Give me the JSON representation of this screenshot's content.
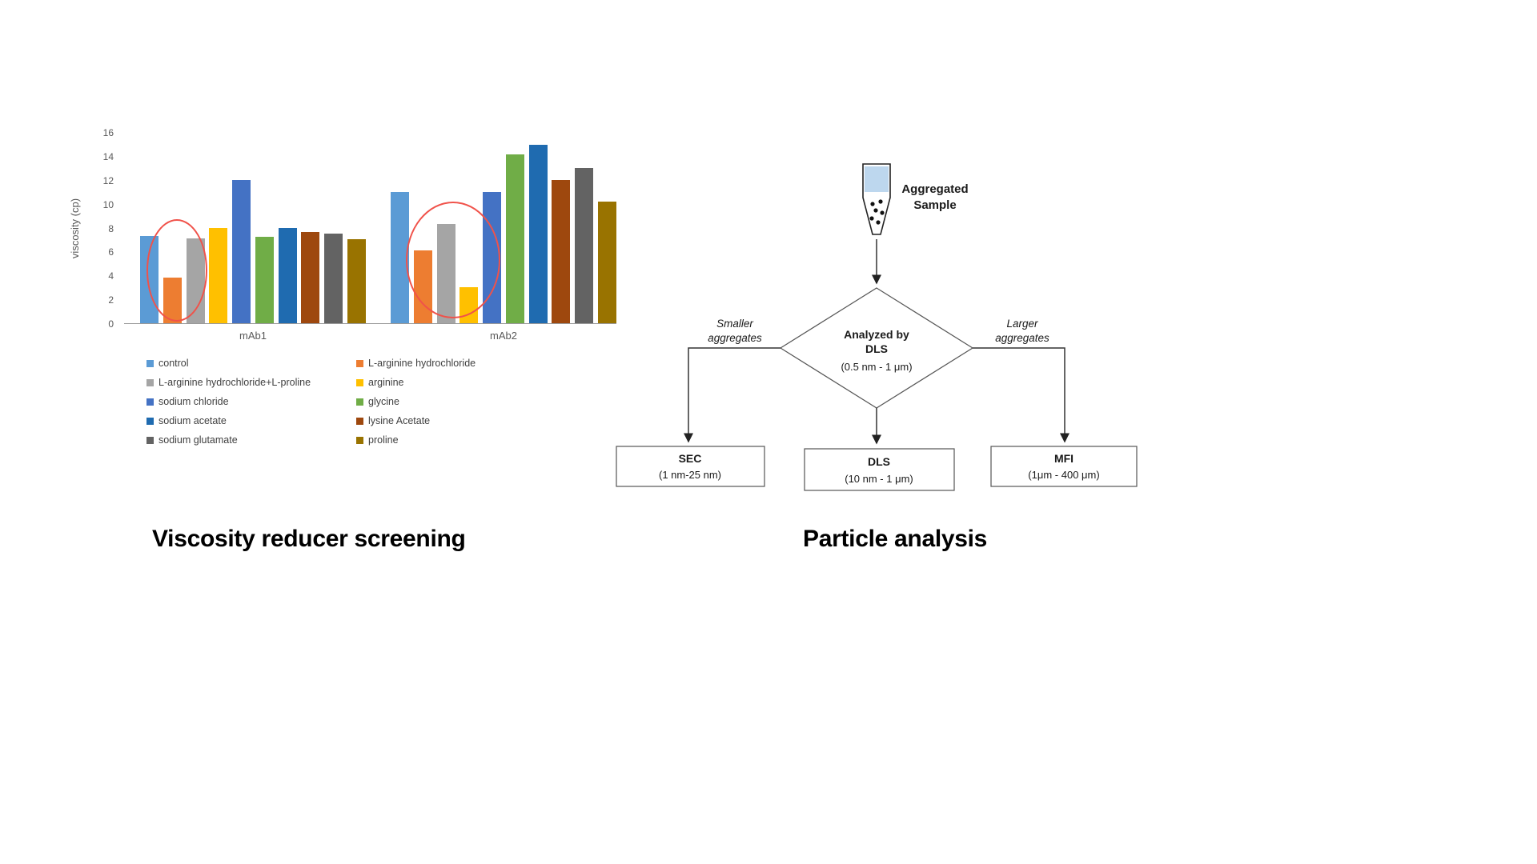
{
  "captions": {
    "left": "Viscosity reducer screening",
    "right": "Particle analysis"
  },
  "chart_data": {
    "type": "bar",
    "title": "",
    "xlabel": "",
    "ylabel": "viscosity (cp)",
    "ylim": [
      0,
      16
    ],
    "yticks": [
      0,
      2,
      4,
      6,
      8,
      10,
      12,
      14,
      16
    ],
    "grid": false,
    "legend_position": "bottom",
    "categories": [
      "mAb1",
      "mAb2"
    ],
    "series": [
      {
        "name": "control",
        "color": "#5B9BD5",
        "values": [
          7.3,
          11.0
        ]
      },
      {
        "name": "L-arginine hydrochloride",
        "color": "#ED7D31",
        "values": [
          3.8,
          6.1
        ]
      },
      {
        "name": "L-arginine hydrochloride+L-proline",
        "color": "#A5A5A5",
        "values": [
          7.1,
          8.3
        ]
      },
      {
        "name": "arginine",
        "color": "#FFC000",
        "values": [
          8.0,
          3.0
        ]
      },
      {
        "name": "sodium chloride",
        "color": "#4472C4",
        "values": [
          12.0,
          11.0
        ]
      },
      {
        "name": "glycine",
        "color": "#70AD47",
        "values": [
          7.2,
          14.1
        ]
      },
      {
        "name": "sodium acetate",
        "color": "#1F6BB0",
        "values": [
          8.0,
          14.9
        ]
      },
      {
        "name": "lysine Acetate",
        "color": "#9E480E",
        "values": [
          7.6,
          12.0
        ]
      },
      {
        "name": "sodium glutamate",
        "color": "#636363",
        "values": [
          7.5,
          13.0
        ]
      },
      {
        "name": "proline",
        "color": "#997300",
        "values": [
          7.0,
          10.2
        ]
      }
    ],
    "annotations": [
      {
        "type": "ellipse",
        "color": "#F0524A",
        "target": "mAb1 L-arginine hydrochloride bar"
      },
      {
        "type": "ellipse",
        "color": "#F0524A",
        "target": "mAb2 L-arginine hydrochloride and L-arginine hydrochloride+L-proline bars"
      }
    ]
  },
  "flowchart": {
    "sample_label_line1": "Aggregated",
    "sample_label_line2": "Sample",
    "decision": {
      "line1": "Analyzed by",
      "line2": "DLS",
      "line3": "(0.5 nm - 1 μm)"
    },
    "left_label_line1": "Smaller",
    "left_label_line2": "aggregates",
    "right_label_line1": "Larger",
    "right_label_line2": "aggregates",
    "boxes": {
      "sec": {
        "title": "SEC",
        "range": "(1 nm-25 nm)"
      },
      "dls": {
        "title": "DLS",
        "range": "(10 nm - 1 μm)"
      },
      "mfi": {
        "title": "MFI",
        "range": "(1μm - 400 μm)"
      }
    }
  }
}
